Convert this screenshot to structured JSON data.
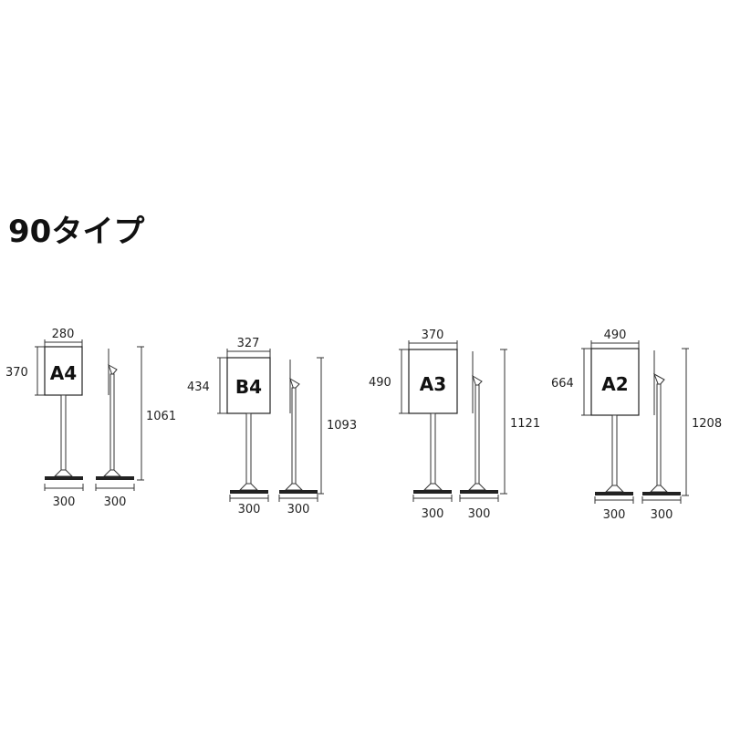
{
  "title": "90タイプ",
  "stands": [
    {
      "size": "A4",
      "width": "280",
      "height": "370",
      "total_height": "1061",
      "base_front": "300",
      "base_side": "300"
    },
    {
      "size": "B4",
      "width": "327",
      "height": "434",
      "total_height": "1093",
      "base_front": "300",
      "base_side": "300"
    },
    {
      "size": "A3",
      "width": "370",
      "height": "490",
      "total_height": "1121",
      "base_front": "300",
      "base_side": "300"
    },
    {
      "size": "A2",
      "width": "490",
      "height": "664",
      "total_height": "1208",
      "base_front": "300",
      "base_side": "300"
    }
  ]
}
